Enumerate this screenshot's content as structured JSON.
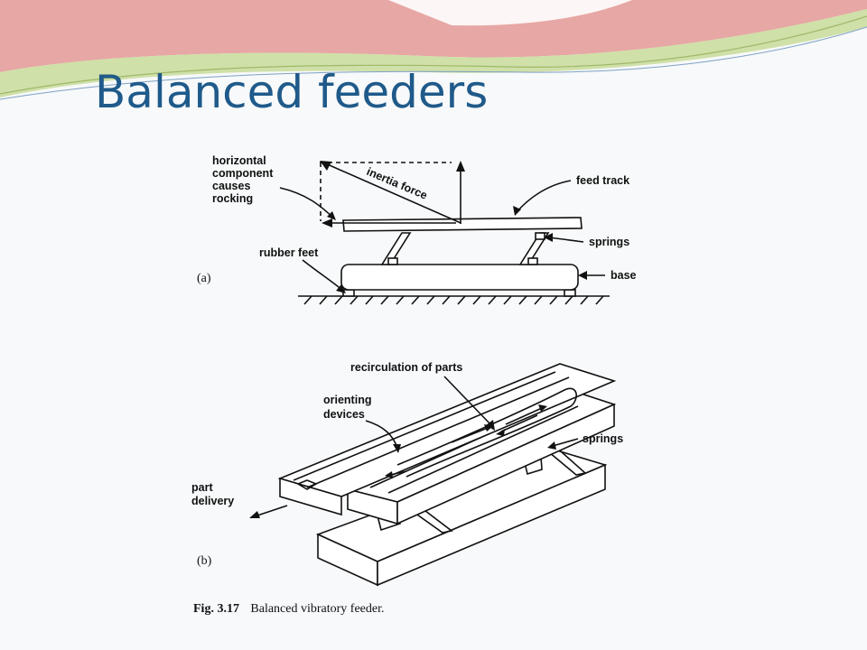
{
  "slide": {
    "title": "Balanced feeders"
  },
  "figure": {
    "panel_a": {
      "tag": "(a)",
      "labels": {
        "horizontal_component": [
          "horizontal",
          "component",
          "causes",
          "rocking"
        ],
        "inertia_force": "inertia force",
        "feed_track": "feed track",
        "springs": "springs",
        "rubber_feet": "rubber feet",
        "base": "base"
      }
    },
    "panel_b": {
      "tag": "(b)",
      "labels": {
        "recirculation": "recirculation of parts",
        "orienting_devices": [
          "orienting",
          "devices"
        ],
        "springs": "springs",
        "part_delivery": [
          "part",
          "delivery"
        ]
      }
    },
    "caption": {
      "number": "Fig. 3.17",
      "text": "Balanced vibratory feeder."
    }
  },
  "colors": {
    "title": "#1f5a8a",
    "banner_pink": "#e8a6a6",
    "banner_green": "#c9dfa0",
    "background": "#f7f9fa"
  }
}
